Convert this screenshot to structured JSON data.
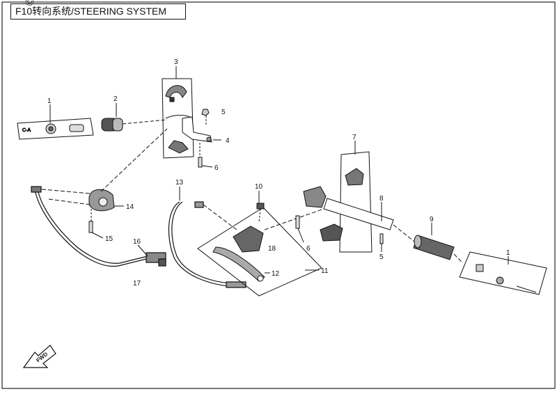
{
  "title": "F10转向系统/STEERING SYSTEM",
  "watermark": "© Partzilla",
  "fwd_label": "FWD",
  "callouts": [
    {
      "id": "c1a",
      "label": "1"
    },
    {
      "id": "c2",
      "label": "2"
    },
    {
      "id": "c3",
      "label": "3"
    },
    {
      "id": "c4",
      "label": "4"
    },
    {
      "id": "c5a",
      "label": "5"
    },
    {
      "id": "c6a",
      "label": "6"
    },
    {
      "id": "c7",
      "label": "7"
    },
    {
      "id": "c8",
      "label": "8"
    },
    {
      "id": "c9",
      "label": "9"
    },
    {
      "id": "c1b",
      "label": "1"
    },
    {
      "id": "c5b",
      "label": "5"
    },
    {
      "id": "c6b",
      "label": "6"
    },
    {
      "id": "c10",
      "label": "10"
    },
    {
      "id": "c11",
      "label": "11"
    },
    {
      "id": "c12",
      "label": "12"
    },
    {
      "id": "c13",
      "label": "13"
    },
    {
      "id": "c14",
      "label": "14"
    },
    {
      "id": "c15",
      "label": "15"
    },
    {
      "id": "c16",
      "label": "16"
    },
    {
      "id": "c17",
      "label": "17"
    },
    {
      "id": "c18",
      "label": "18"
    }
  ]
}
